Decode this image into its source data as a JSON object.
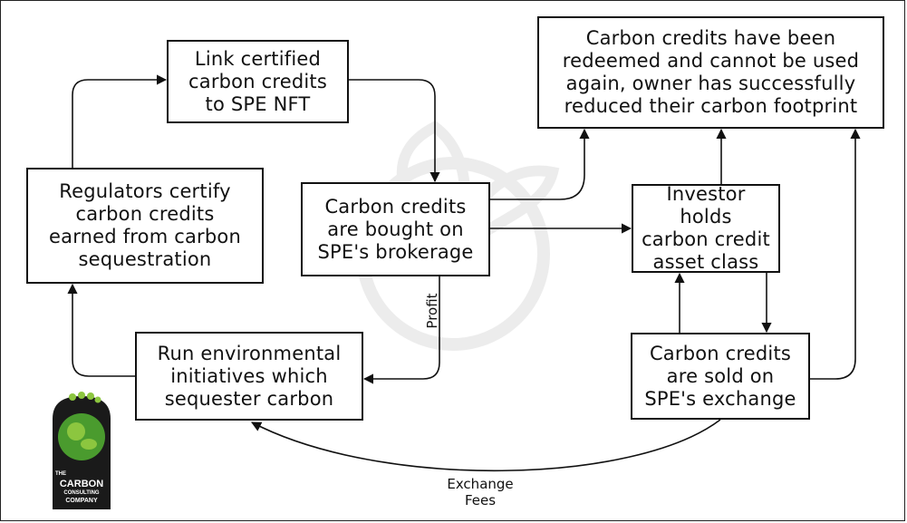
{
  "nodes": {
    "link": {
      "label": "Link certified\ncarbon credits\nto SPE NFT"
    },
    "redeemed": {
      "label": "Carbon credits have been\nredeemed and cannot be used\nagain, owner has successfully\nreduced their carbon footprint"
    },
    "regulators": {
      "label": "Regulators certify\ncarbon credits\nearned from carbon\nsequestration"
    },
    "bought": {
      "label": "Carbon credits\nare bought on\nSPE's brokerage"
    },
    "investor": {
      "label": "Investor holds\ncarbon credit\nasset class"
    },
    "run": {
      "label": "Run environmental\ninitiatives which\nsequester carbon"
    },
    "sold": {
      "label": "Carbon credits\nare sold on\nSPE's exchange"
    }
  },
  "edges": [
    {
      "from": "regulators",
      "to": "link"
    },
    {
      "from": "link",
      "to": "bought"
    },
    {
      "from": "bought",
      "to": "redeemed"
    },
    {
      "from": "bought",
      "to": "investor"
    },
    {
      "from": "bought",
      "to": "run",
      "label": "Profit"
    },
    {
      "from": "run",
      "to": "regulators"
    },
    {
      "from": "investor",
      "to": "redeemed"
    },
    {
      "from": "investor",
      "to": "sold"
    },
    {
      "from": "sold",
      "to": "investor"
    },
    {
      "from": "sold",
      "to": "redeemed"
    },
    {
      "from": "sold",
      "to": "run",
      "label": "Exchange\nFees"
    }
  ],
  "logo": {
    "line1": "THE",
    "line2": "CARBON",
    "line3": "CONSULTING",
    "line4": "COMPANY",
    "icon": "footprint-globe-icon"
  },
  "colors": {
    "line": "#111111",
    "logo_dark": "#1a1a1a",
    "logo_green": "#4a9b2e",
    "logo_light_green": "#8cc63f"
  }
}
